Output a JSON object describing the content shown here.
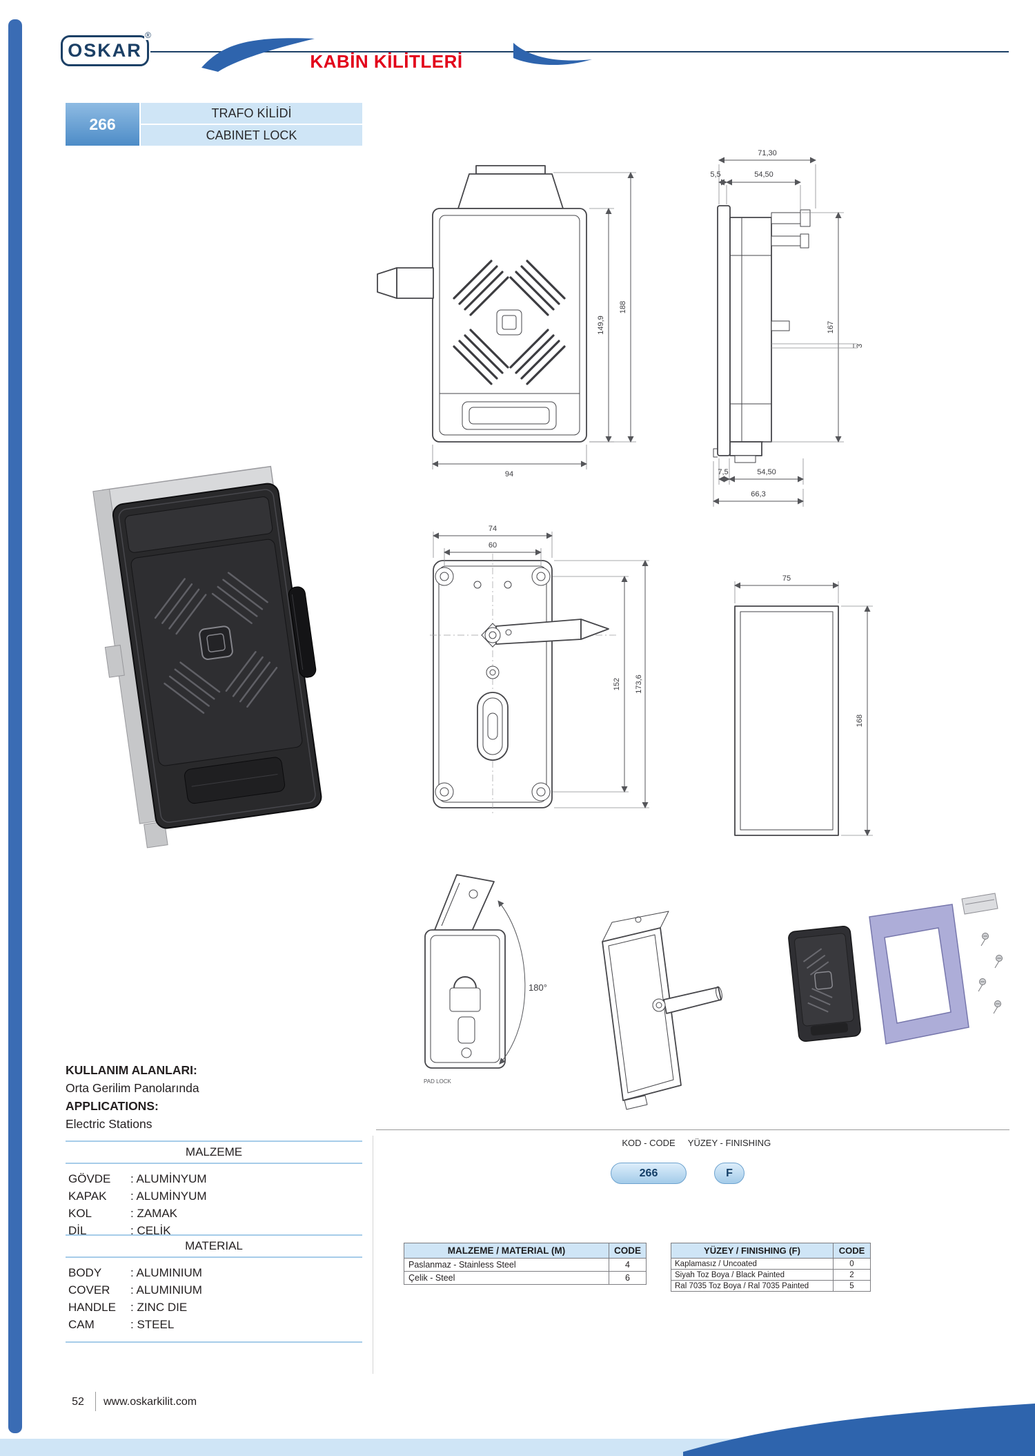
{
  "brand": {
    "name": "OSKAR",
    "registered_mark": "®"
  },
  "header": {
    "title": "KABİN KİLİTLERİ"
  },
  "product": {
    "code": "266",
    "name_tr": "TRAFO KİLİDİ",
    "name_en": "CABINET LOCK"
  },
  "usage": {
    "label_tr": "KULLANIM ALANLARI:",
    "value_tr": "Orta Gerilim Panolarında",
    "label_en": "APPLICATIONS:",
    "value_en": "Electric Stations"
  },
  "materials_tr": {
    "title": "MALZEME",
    "rows": [
      {
        "label": "GÖVDE",
        "value": ": ALUMİNYUM"
      },
      {
        "label": "KAPAK",
        "value": ": ALUMİNYUM"
      },
      {
        "label": "KOL",
        "value": ": ZAMAK"
      },
      {
        "label": "DİL",
        "value": ": ÇELİK"
      }
    ]
  },
  "materials_en": {
    "title": "MATERIAL",
    "rows": [
      {
        "label": "BODY",
        "value": ": ALUMINIUM"
      },
      {
        "label": "COVER",
        "value": ": ALUMINIUM"
      },
      {
        "label": "HANDLE",
        "value": ": ZINC DIE"
      },
      {
        "label": "CAM",
        "value": ": STEEL"
      }
    ]
  },
  "ordering": {
    "kod_label": "KOD - CODE",
    "kod_value": "266",
    "finishing_label": "YÜZEY - FINISHING",
    "finishing_value": "F"
  },
  "material_table": {
    "title": "MALZEME / MATERIAL (M)",
    "code_header": "CODE",
    "rows": [
      {
        "name": "Paslanmaz - Stainless Steel",
        "code": "4"
      },
      {
        "name": "Çelik - Steel",
        "code": "6"
      }
    ]
  },
  "finishing_table": {
    "title": "YÜZEY / FINISHING (F)",
    "code_header": "CODE",
    "rows": [
      {
        "name": "Kaplamasız / Uncoated",
        "code": "0"
      },
      {
        "name": "Siyah Toz Boya / Black Painted",
        "code": "2"
      },
      {
        "name": "Ral 7035 Toz Boya / Ral 7035 Painted",
        "code": "5"
      }
    ]
  },
  "dimensions": {
    "front": {
      "height_inner": "149,9",
      "height_outer": "188",
      "width": "94"
    },
    "side": {
      "top_width": "71,30",
      "top_offset": "5,5",
      "top_span": "54,50",
      "height": "167",
      "thickness": "3",
      "bottom_offset": "7,5",
      "bottom_span": "54,50",
      "bottom_width": "66,3"
    },
    "back": {
      "width_outer": "74",
      "width_inner": "60",
      "height_inner": "152",
      "height_outer": "173,6"
    },
    "cutout": {
      "width": "75",
      "height": "168"
    },
    "open": {
      "angle": "180°",
      "note": "PAD LOCK"
    }
  },
  "footer": {
    "page_number": "52",
    "website": "www.oskarkilit.com"
  },
  "colors": {
    "accent_blue": "#2e64ad",
    "light_blue": "#cfe5f6",
    "navy": "#1c4066",
    "title_red": "#e2001a"
  }
}
